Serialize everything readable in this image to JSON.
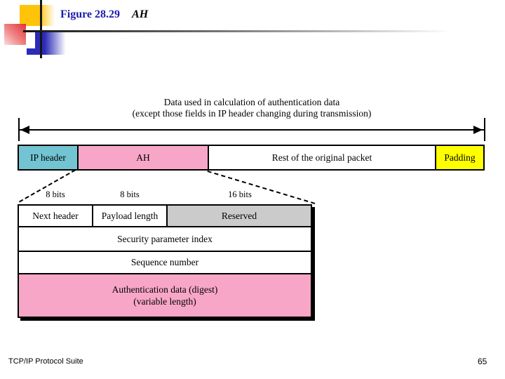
{
  "slide": {
    "figure_label": "Figure 28.29",
    "figure_topic": "AH",
    "footer": "TCP/IP Protocol Suite",
    "page_number": "65"
  },
  "diagram": {
    "scope_note": {
      "line1": "Data used in calculation of authentication data",
      "line2": "(except those fields in IP header changing during transmission)"
    },
    "packet_bar": {
      "cells": [
        {
          "label": "IP header",
          "fill": "#72C4D2"
        },
        {
          "label": "AH",
          "fill": "#F8A6C8"
        },
        {
          "label": "Rest of the original packet",
          "fill": "#FFFFFF"
        },
        {
          "label": "Padding",
          "fill": "#FFFF00"
        }
      ]
    },
    "bit_labels": [
      "8 bits",
      "8 bits",
      "16 bits"
    ],
    "ah_header_fields": {
      "next_header": "Next header",
      "payload_length": "Payload length",
      "reserved": "Reserved",
      "reserved_fill": "#CBCBCB",
      "spi": "Security parameter index",
      "sequence_number": "Sequence number",
      "auth_data_line1": "Authentication data (digest)",
      "auth_data_line2": "(variable length)",
      "auth_data_fill": "#F8A6C8"
    },
    "accent_colors": {
      "title_blue": "#1C1CB0",
      "shadow": "#000000"
    }
  }
}
